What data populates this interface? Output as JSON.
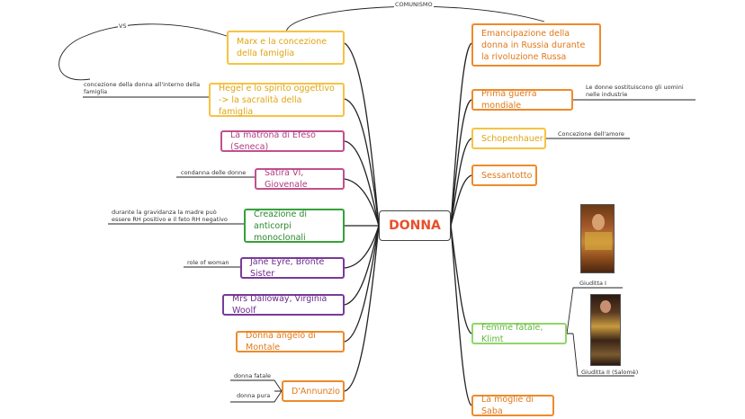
{
  "center": {
    "label": "DONNA"
  },
  "left_nodes": [
    {
      "label": "Marx e la concezione della famiglia"
    },
    {
      "label": "Hegel e lo spirito oggettivo -> la sacralità della famiglia"
    },
    {
      "label": "La matrona di Efeso (Seneca)"
    },
    {
      "label": "Satira VI, Giovenale"
    },
    {
      "label": "Creazione di anticorpi monoclonali"
    },
    {
      "label": "Jane Eyre, Bronte Sister"
    },
    {
      "label": "Mrs Dalloway, Virginia Woolf"
    },
    {
      "label": "Donna angelo di Montale"
    },
    {
      "label": "D'Annunzio"
    }
  ],
  "right_nodes": [
    {
      "label": "Emancipazione della donna in Russia durante la rivoluzione Russa"
    },
    {
      "label": "Prima guerra mondiale"
    },
    {
      "label": "Schopenhauer"
    },
    {
      "label": "Sessantotto"
    },
    {
      "label": "Femme fatale, Klimt"
    },
    {
      "label": "La moglie di Saba"
    }
  ],
  "relations": {
    "vs": "VS",
    "comunismo": "COMUNISMO"
  },
  "notes": {
    "hegel": "concezione della donna all'interno della famiglia",
    "satira": "condanna delle donne",
    "anticorpi": "durante la gravidanza la madre può essere RH positivo e il feto RH negativo",
    "jane": "role of woman",
    "dannunzio_1": "donna fatale",
    "dannunzio_2": "donna pura",
    "guerra": "Le donne sostituiscono gli uomini nelle industrie",
    "schopenhauer": "Concezione dell'amore",
    "giuditta1": "Giuditta I",
    "giuditta2": "Giuditta II (Salomè)"
  },
  "colors": {
    "yellow": "#f6c342",
    "orange": "#ef8a2a",
    "pink": "#c1508f",
    "green": "#35a13a",
    "purple": "#7a3a9a",
    "light_green": "#8fd66a",
    "center_text": "#e8502b"
  }
}
